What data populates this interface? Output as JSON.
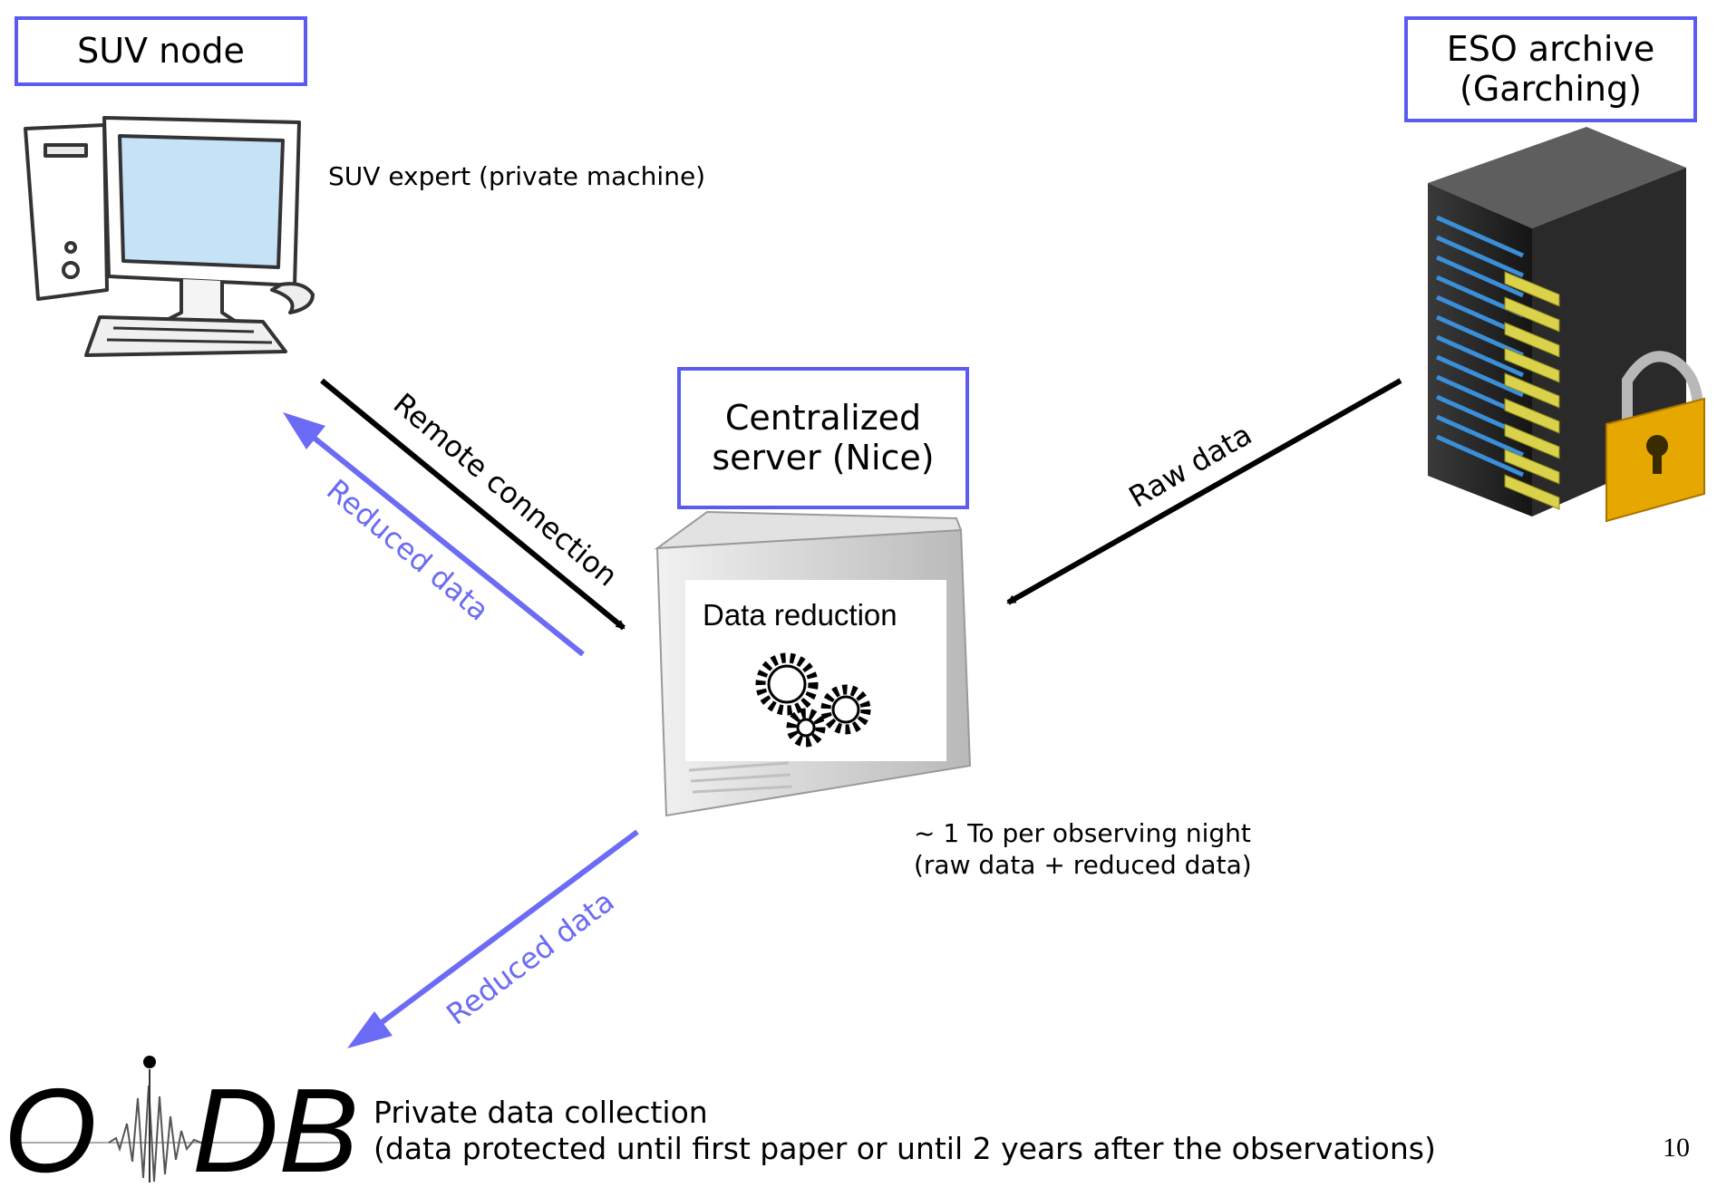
{
  "nodes": {
    "suv_node": "SUV node",
    "eso_archive": [
      "ESO archive",
      "(Garching)"
    ],
    "central_server": [
      "Centralized",
      "server (Nice)"
    ]
  },
  "labels": {
    "suv_expert": "SUV expert (private machine)",
    "data_reduction": "Data reduction",
    "volume": [
      "~ 1 To per observing night",
      "(raw data + reduced data)"
    ],
    "oidb_desc": [
      "Private data collection",
      "(data protected until first paper or until 2 years after the observations)"
    ],
    "oidb_logo": "OiDB",
    "page_number": "10"
  },
  "arrows": {
    "remote_connection": "Remote connection",
    "reduced_data_up": "Reduced data",
    "raw_data": "Raw data",
    "reduced_data_down": "Reduced data"
  },
  "colors": {
    "box_border": "#5b5bef",
    "blue_arrow": "#6b6bf5",
    "black_arrow": "#000000"
  }
}
